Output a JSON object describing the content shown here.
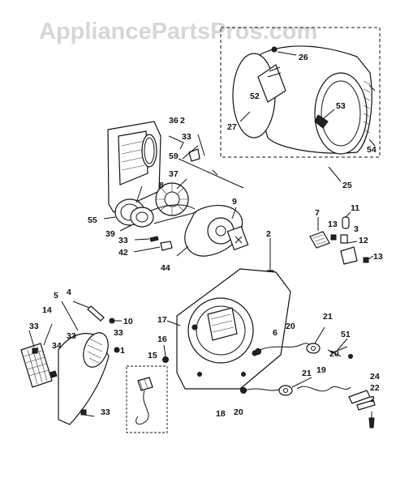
{
  "watermark": "AppliancePartsPros.com",
  "labels": {
    "l2a": "2",
    "l2b": "2",
    "l2c": "2",
    "l3": "3",
    "l4": "4",
    "l5": "5",
    "l6": "6",
    "l7": "7",
    "l8": "8",
    "l9": "9",
    "l10": "10",
    "l11": "11",
    "l12": "12",
    "l13a": "13",
    "l13b": "13",
    "l14": "14",
    "l15": "15",
    "l16": "16",
    "l17": "17",
    "l18": "18",
    "l19": "19",
    "l20a": "20",
    "l20b": "20",
    "l20c": "20",
    "l21a": "21",
    "l21b": "21",
    "l22": "22",
    "l24": "24",
    "l25": "25",
    "l26": "26",
    "l27": "27",
    "l33a": "33",
    "l33b": "33",
    "l33c": "33",
    "l33d": "33",
    "l33e": "33",
    "l33f": "33",
    "l34": "34",
    "l36": "36",
    "l37": "37",
    "l39": "39",
    "l42": "42",
    "l44": "44",
    "l51": "51",
    "l52": "52",
    "l53": "53",
    "l54": "54",
    "l55": "55",
    "l59": "59",
    "l1": "1"
  }
}
